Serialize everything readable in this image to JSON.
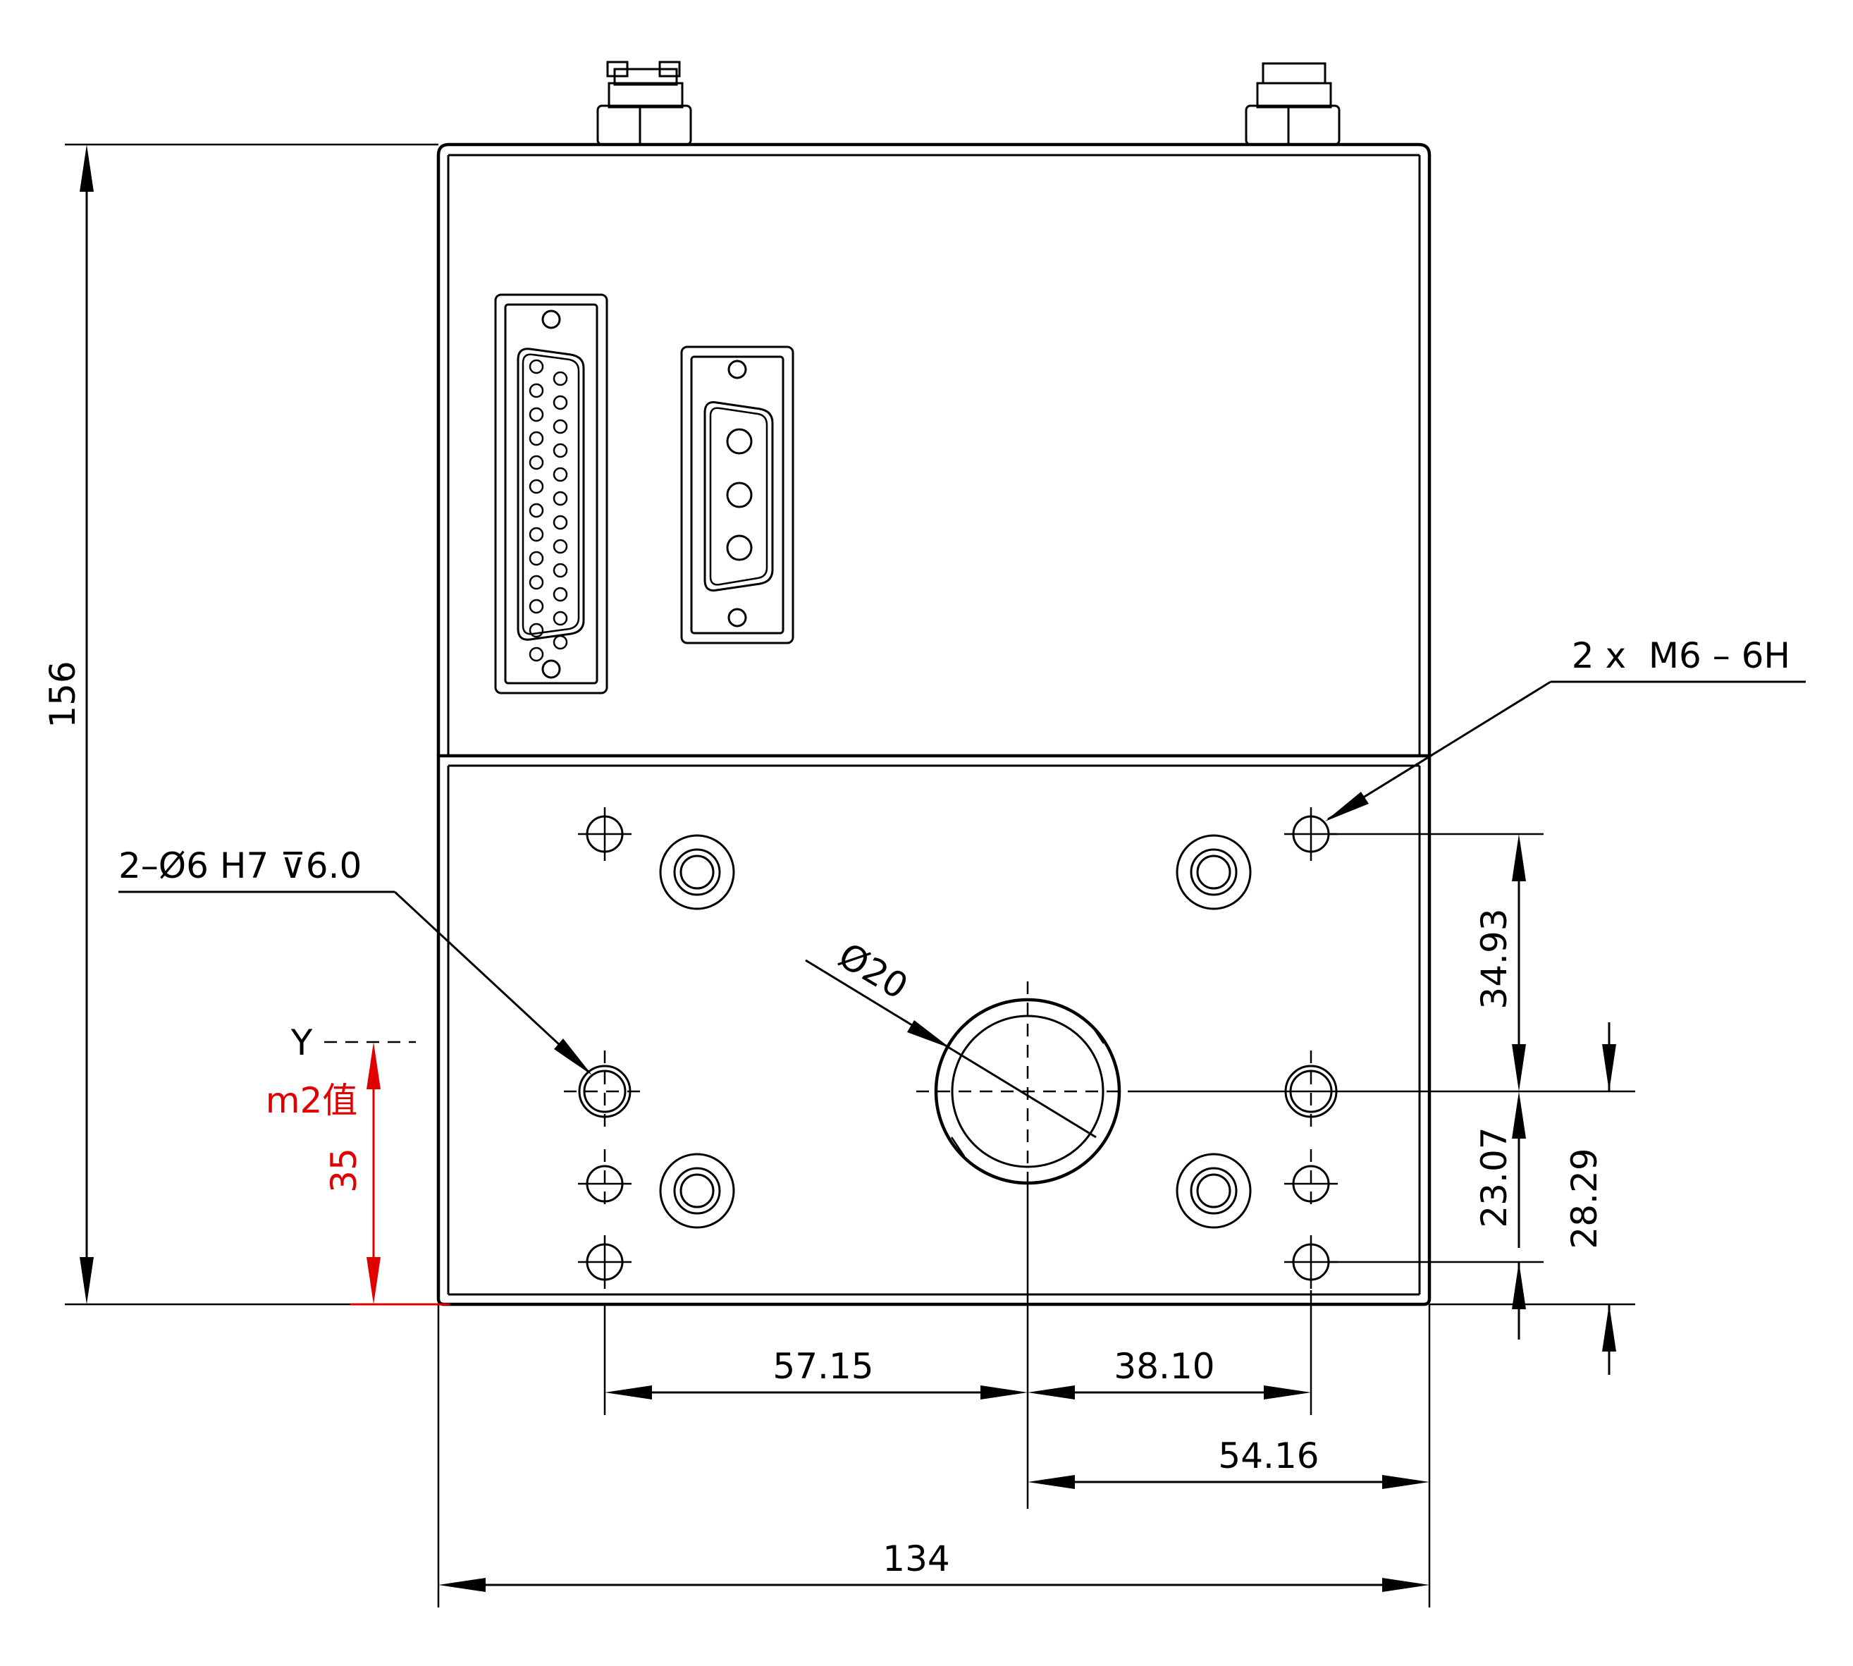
{
  "dimensions": {
    "overall_width": "134",
    "overall_height": "156",
    "left_hole_to_center": "57.15",
    "center_to_right_hole": "38.10",
    "center_to_right_edge": "54.16",
    "upper_hole_to_center": "34.93",
    "center_to_lower_hole": "23.07",
    "center_to_bottom_edge": "28.29",
    "bore_diameter": "Ø20",
    "m2_offset": "35"
  },
  "callouts": {
    "threaded_holes": "2 x  M6 – 6H",
    "pin_holes": "2–Ø6 H7 ⊽6.0"
  },
  "reference": {
    "axis_label": "Y",
    "m2_label": "m2值"
  },
  "colors": {
    "line": "#000000",
    "highlight": "#e00000"
  }
}
